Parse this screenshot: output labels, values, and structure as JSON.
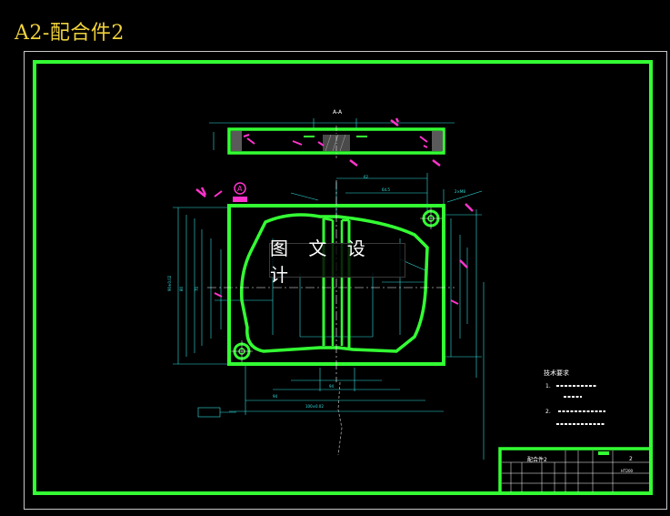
{
  "title": "A2-配合件2",
  "watermark": "图 文 设 计",
  "section_label": "A-A",
  "datum_label": "A",
  "notes": {
    "heading": "技术要求",
    "item1_num": "1.",
    "item2_num": "2."
  },
  "title_block": {
    "part_name": "配合件2",
    "sheet": "2",
    "material": "HT200"
  },
  "colors": {
    "frame": "#33ff33",
    "dimension": "#33e0e0",
    "centerline": "#ffffff",
    "leader": "#ff33cc",
    "hatch": "#b0b0b0",
    "background": "#000000",
    "title": "#f0d23c"
  }
}
